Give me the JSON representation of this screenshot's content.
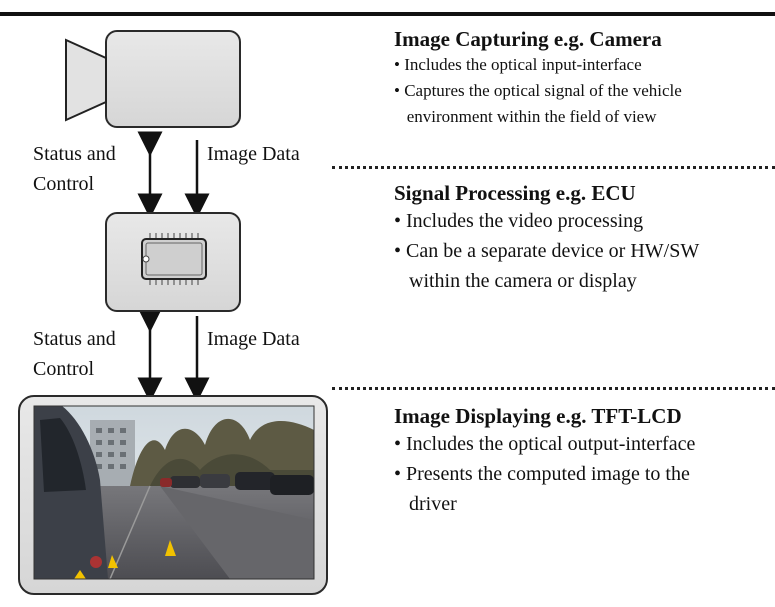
{
  "left_labels": {
    "status_control_top": [
      "Status and",
      "Control"
    ],
    "image_data_top": "Image Data",
    "status_control_bottom": [
      "Status and",
      "Control"
    ],
    "image_data_bottom": "Image Data"
  },
  "sections": [
    {
      "title": "Image Capturing e.g. Camera",
      "bullets": [
        "• Includes the optical input-interface",
        "• Captures the optical signal of the vehicle",
        "   environment within the field of view"
      ]
    },
    {
      "title": "Signal Processing e.g. ECU",
      "bullets": [
        "• Includes the video processing",
        "• Can be a separate device or HW/SW",
        "   within the camera or display"
      ]
    },
    {
      "title": "Image Displaying e.g. TFT-LCD",
      "bullets": [
        "• Includes the optical output-interface",
        "• Presents the computed image to the",
        "   driver"
      ]
    }
  ],
  "icons": [
    "camera-icon",
    "chip-icon",
    "display-photo-icon"
  ],
  "colors": {
    "block_fill": "#d9d9d9",
    "stroke": "#222222",
    "sky": "#dfe6ea",
    "asphalt": "#5a5a5e",
    "cone": "#f2c200"
  }
}
